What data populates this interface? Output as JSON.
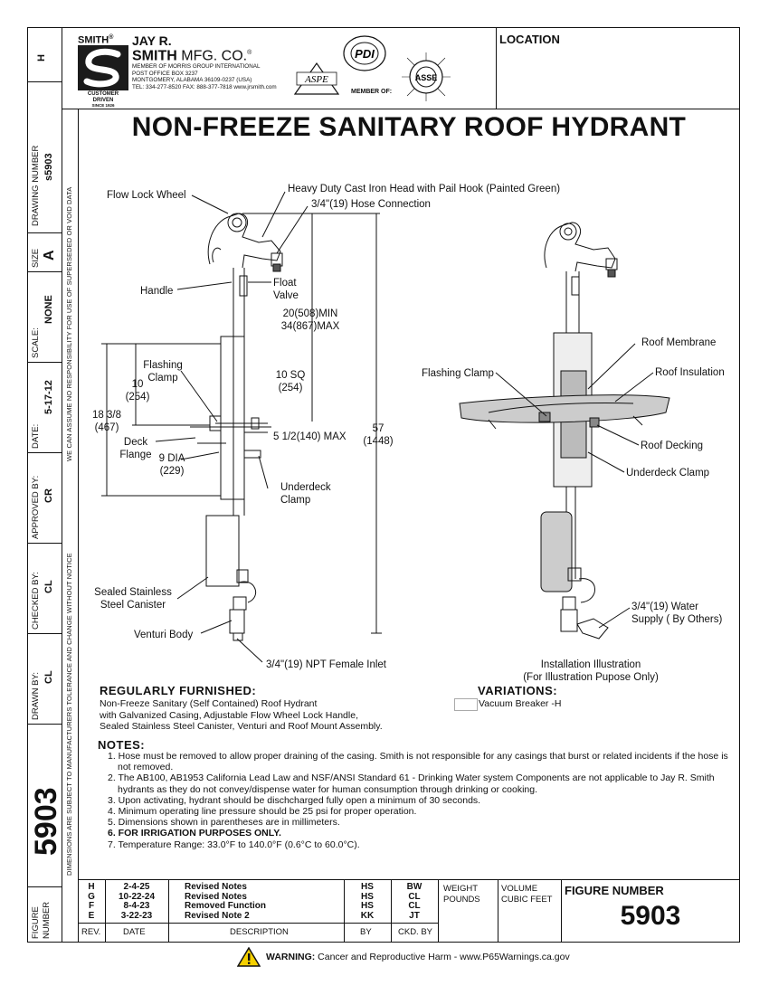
{
  "company": {
    "brand_small": "SMITH",
    "name_line1": "JAY R.",
    "name_line2a": "SMITH",
    "name_line2b": "MFG. CO.",
    "member_group": "MEMBER OF MORRIS GROUP INTERNATIONAL",
    "po_box": "POST OFFICE BOX 3237",
    "city": "MONTGOMERY, ALABAMA 36109-0237 (USA)",
    "contact": "TEL: 334-277-8520   FAX: 888-377-7818   www.jrsmith.com",
    "customer_driven": "CUSTOMER DRIVEN",
    "since": "SINCE 1926",
    "member_of": "MEMBER OF:",
    "assoc_aspe": "ASPE",
    "assoc_pdi": "PDI",
    "assoc_asse": "ASSE"
  },
  "location_label": "LOCATION",
  "title": "NON-FREEZE SANITARY ROOF HYDRANT",
  "side_panel": {
    "rev_letter": "H",
    "drawing_number_label": "DRAWING NUMBER",
    "drawing_number": "s5903",
    "size_label": "SIZE",
    "size_value": "A",
    "scale_label": "SCALE:",
    "scale_value": "NONE",
    "date_label": "DATE:",
    "date_value": "5-17-12",
    "approved_label": "APPROVED BY:",
    "approved_value": "CR",
    "checked_label": "CHECKED BY:",
    "checked_value": "CL",
    "drawn_label": "DRAWN BY:",
    "drawn_value": "CL",
    "big_number": "5903",
    "figure_label_1": "FIGURE",
    "figure_label_2": "NUMBER",
    "note_top": "WE CAN ASSUME NO RESPONSIBILITY FOR USE OF SUPERSEDED OR VOID DATA",
    "note_bottom": "DIMENSIONS ARE SUBJECT TO MANUFACTURERS TOLERANCE AND CHANGE WITHOUT NOTICE"
  },
  "callouts": {
    "flow_lock_wheel": "Flow Lock Wheel",
    "head": "Heavy Duty Cast Iron Head with Pail Hook (Painted Green)",
    "hose_conn": "3/4\"(19) Hose Connection",
    "handle": "Handle",
    "float_valve_1": "Float",
    "float_valve_2": "Valve",
    "min_len": "20(508)MIN",
    "max_len": "34(867)MAX",
    "flashing_clamp_1": "Flashing",
    "flashing_clamp_2": "Clamp",
    "dim10": "10",
    "dim10mm": "(254)",
    "dim10sq": "10 SQ",
    "dim10sqmm": "(254)",
    "dim18": "18 3/8",
    "dim18mm": "(467)",
    "deck_flange_1": "Deck",
    "deck_flange_2": "Flange",
    "dim9": "9 DIA",
    "dim9mm": "(229)",
    "dim5": "5 1/2(140) MAX",
    "dim57": "57",
    "dim57mm": "(1448)",
    "underdeck_1": "Underdeck",
    "underdeck_2": "Clamp",
    "canister_1": "Sealed Stainless",
    "canister_2": "Steel Canister",
    "venturi": "Venturi Body",
    "inlet": "3/4\"(19) NPT Female Inlet",
    "r_flashing": "Flashing Clamp",
    "r_membrane": "Roof Membrane",
    "r_insulation": "Roof Insulation",
    "r_decking": "Roof Decking",
    "r_underdeck": "Underdeck Clamp",
    "r_water_1": "3/4\"(19) Water",
    "r_water_2": "Supply ( By Others)",
    "install_1": "Installation Illustration",
    "install_2": "(For Illustration Pupose Only)"
  },
  "furnished": {
    "heading": "REGULARLY FURNISHED:",
    "line1": "Non-Freeze Sanitary (Self Contained) Roof Hydrant",
    "line2": "with Galvanized Casing, Adjustable Flow Wheel Lock Handle,",
    "line3": "Sealed Stainless Steel Canister, Venturi and Roof Mount Assembly."
  },
  "variations": {
    "heading": "VARIATIONS:",
    "item": "Vacuum Breaker -H"
  },
  "notes": {
    "heading": "NOTES:",
    "items": [
      "1. Hose must be removed to allow proper draining of the casing. Smith is not responsible for any casings that burst or related incidents if the hose is not removed.",
      "2. The AB100, AB1953 California Lead Law and NSF/ANSI Standard 61 - Drinking Water system Components are not applicable to Jay R. Smith hydrants as they do not convey/dispense water for human consumption through drinking or cooking.",
      "3. Upon activating, hydrant should be dischcharged fully open a minimum of 30 seconds.",
      "4. Minimum operating line pressure should be 25 psi for proper operation.",
      "5. Dimensions shown in parentheses are in millimeters.",
      "6. FOR IRRIGATION PURPOSES ONLY.",
      "7. Temperature Range: 33.0°F to 140.0°F (0.6°C to 60.0°C)."
    ]
  },
  "revisions": {
    "rows": [
      {
        "rev": "H",
        "date": "2-4-25",
        "desc": "Revised Notes",
        "by": "HS",
        "ckd": "BW"
      },
      {
        "rev": "G",
        "date": "10-22-24",
        "desc": "Revised Notes",
        "by": "HS",
        "ckd": "CL"
      },
      {
        "rev": "F",
        "date": "8-4-23",
        "desc": "Removed Function",
        "by": "HS",
        "ckd": "CL"
      },
      {
        "rev": "E",
        "date": "3-22-23",
        "desc": "Revised Note 2",
        "by": "KK",
        "ckd": "JT"
      }
    ],
    "hdr_rev": "REV.",
    "hdr_date": "DATE",
    "hdr_desc": "DESCRIPTION",
    "hdr_by": "BY",
    "hdr_ckd": "CKD. BY"
  },
  "weight": {
    "label": "WEIGHT",
    "unit": "POUNDS"
  },
  "volume": {
    "label": "VOLUME",
    "unit": "CUBIC FEET"
  },
  "figure": {
    "label": "FIGURE NUMBER",
    "number": "5903"
  },
  "warning": {
    "bold": "WARNING:",
    "text": "Cancer and Reproductive Harm - www.P65Warnings.ca.gov"
  }
}
